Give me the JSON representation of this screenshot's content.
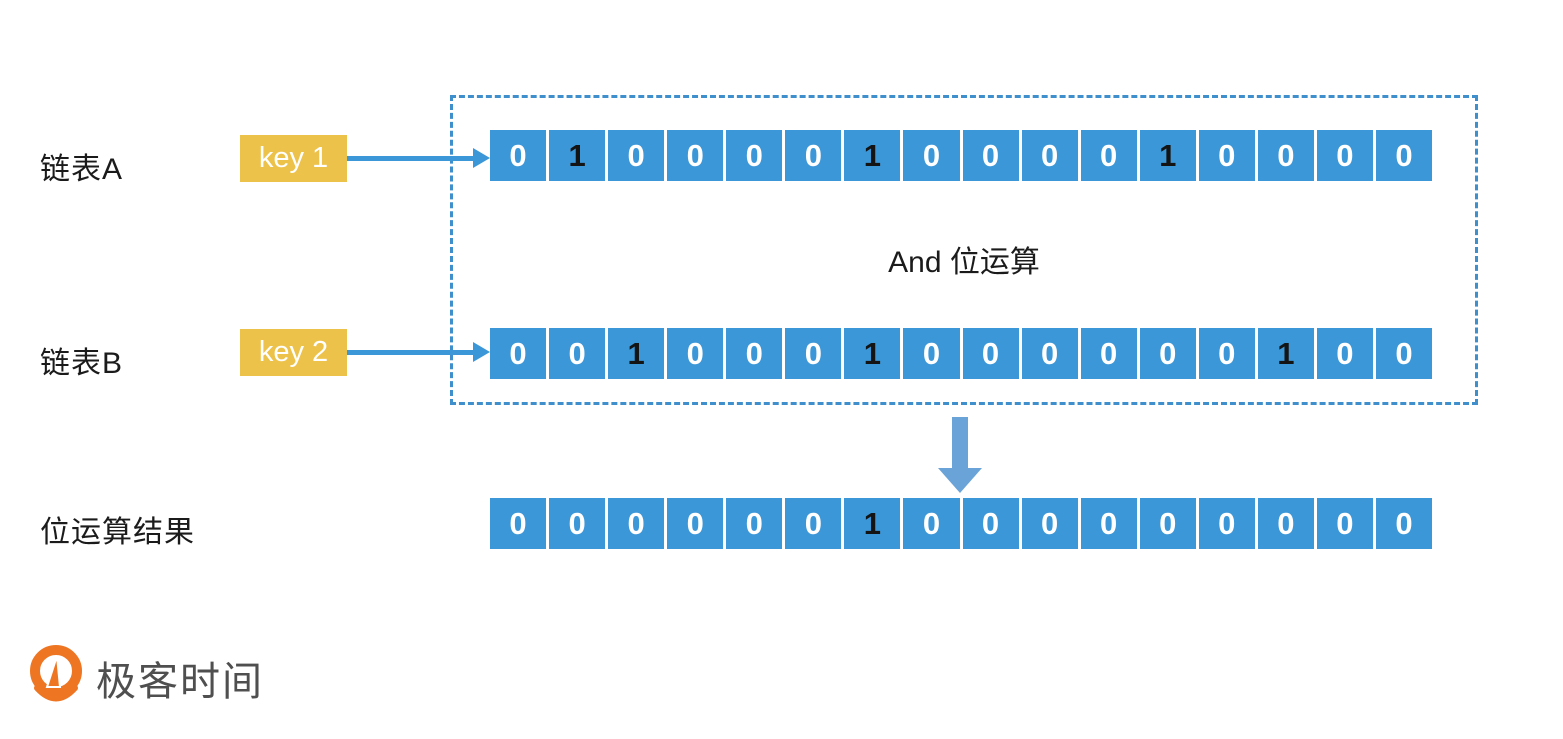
{
  "diagram": {
    "and_annotation": "And 位运算",
    "rows": [
      {
        "id": "A",
        "label": "链表A",
        "key_label": "key 1",
        "bits": [
          0,
          1,
          0,
          0,
          0,
          0,
          1,
          0,
          0,
          0,
          0,
          1,
          0,
          0,
          0,
          0
        ]
      },
      {
        "id": "B",
        "label": "链表B",
        "key_label": "key 2",
        "bits": [
          0,
          0,
          1,
          0,
          0,
          0,
          1,
          0,
          0,
          0,
          0,
          0,
          0,
          1,
          0,
          0
        ]
      }
    ],
    "result": {
      "label": "位运算结果",
      "bits": [
        0,
        0,
        0,
        0,
        0,
        0,
        1,
        0,
        0,
        0,
        0,
        0,
        0,
        0,
        0,
        0
      ]
    }
  },
  "logo": {
    "text": "极客时间"
  },
  "colors": {
    "cell_blue": "#3b97d8",
    "key_yellow": "#edc24a",
    "down_arrow_blue": "#6aa3d8",
    "dotted_border_blue": "#3f8fcc",
    "bit_one_text": "#141414",
    "bit_zero_text": "#ffffff",
    "logo_orange": "#ee7623",
    "logo_text_gray": "#4f4f4f"
  }
}
